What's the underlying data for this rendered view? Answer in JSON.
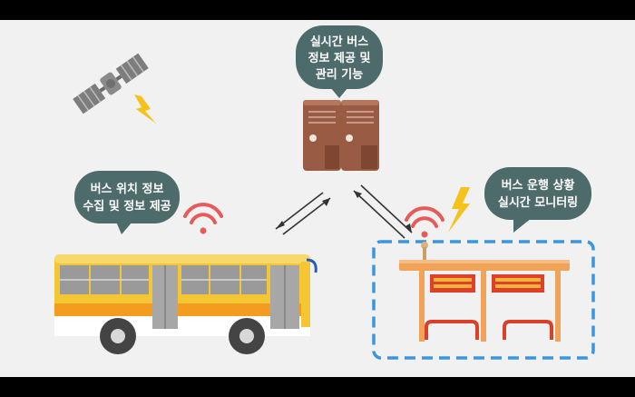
{
  "colors": {
    "background": "#f1f1f1",
    "letterbox": "#000000",
    "bubble": "#4d6b6a",
    "server": "#9a5b45",
    "bus_body": "#f4c634",
    "bus_stripe": "#f39c1f",
    "wifi": "#e85a5a",
    "lightning": "#f5c21b",
    "stop_frame": "#f2a35a",
    "stop_sign": "#e0402a",
    "dashed_border": "#3b96e0"
  },
  "bubbles": {
    "server": {
      "lines": [
        "실시간 버스",
        "정보 제공 및",
        "관리 기능"
      ]
    },
    "bus": {
      "lines": [
        "버스 위치 정보",
        "수집 및 정보 제공"
      ]
    },
    "stop": {
      "lines": [
        "버스 운행 상황",
        "실시간 모니터링"
      ]
    }
  },
  "icons": {
    "satellite": "satellite-icon",
    "server": "server-icon",
    "bus": "bus-icon",
    "bus_stop": "bus-stop-icon",
    "wifi": "wifi-icon",
    "lightning": "lightning-icon",
    "arrows": "bidirectional-arrow-icon"
  }
}
